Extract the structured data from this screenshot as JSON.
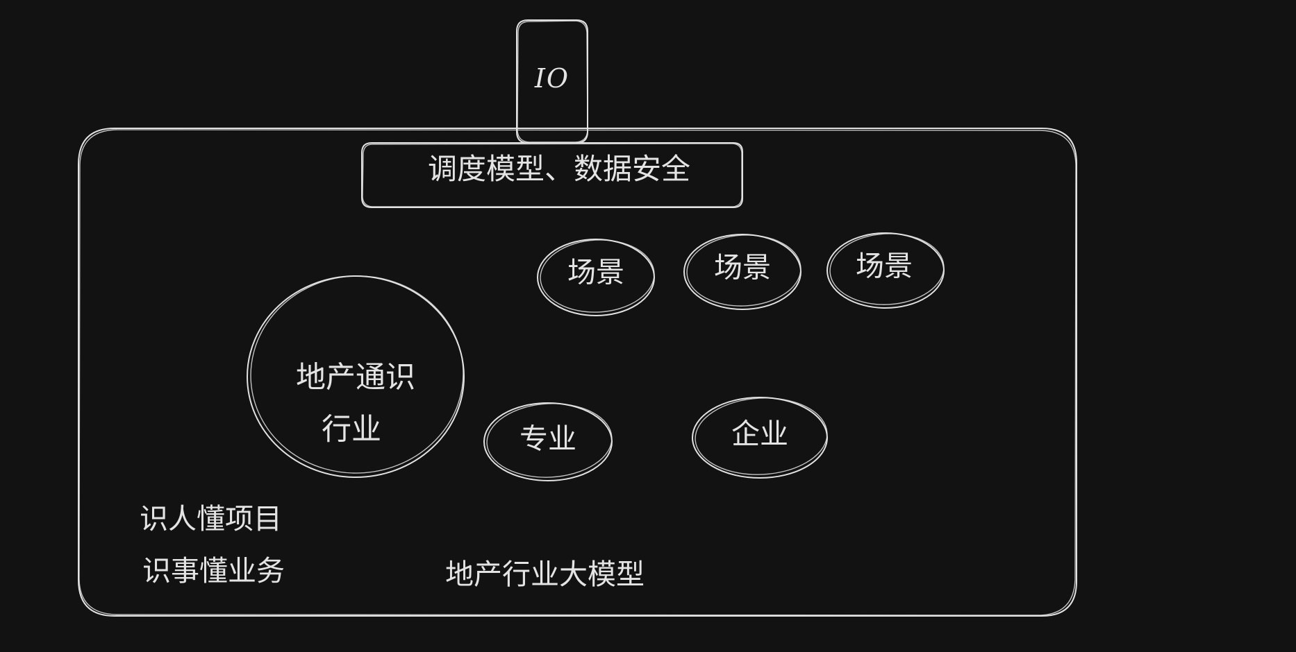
{
  "io": {
    "label": "IO"
  },
  "top_bar": {
    "label": "调度模型、数据安全"
  },
  "scenes": [
    {
      "label": "场景"
    },
    {
      "label": "场景"
    },
    {
      "label": "场景"
    }
  ],
  "core": {
    "line1": "地产通识",
    "line2": "行业"
  },
  "specialty": {
    "label": "专业"
  },
  "enterprise": {
    "label": "企业"
  },
  "notes": {
    "line1": "识人懂项目",
    "line2": "识事懂业务"
  },
  "model_title": {
    "label": "地产行业大模型"
  },
  "colors": {
    "background": "#121212",
    "stroke": "#e2e2e2",
    "text": "#e4e4e4"
  }
}
